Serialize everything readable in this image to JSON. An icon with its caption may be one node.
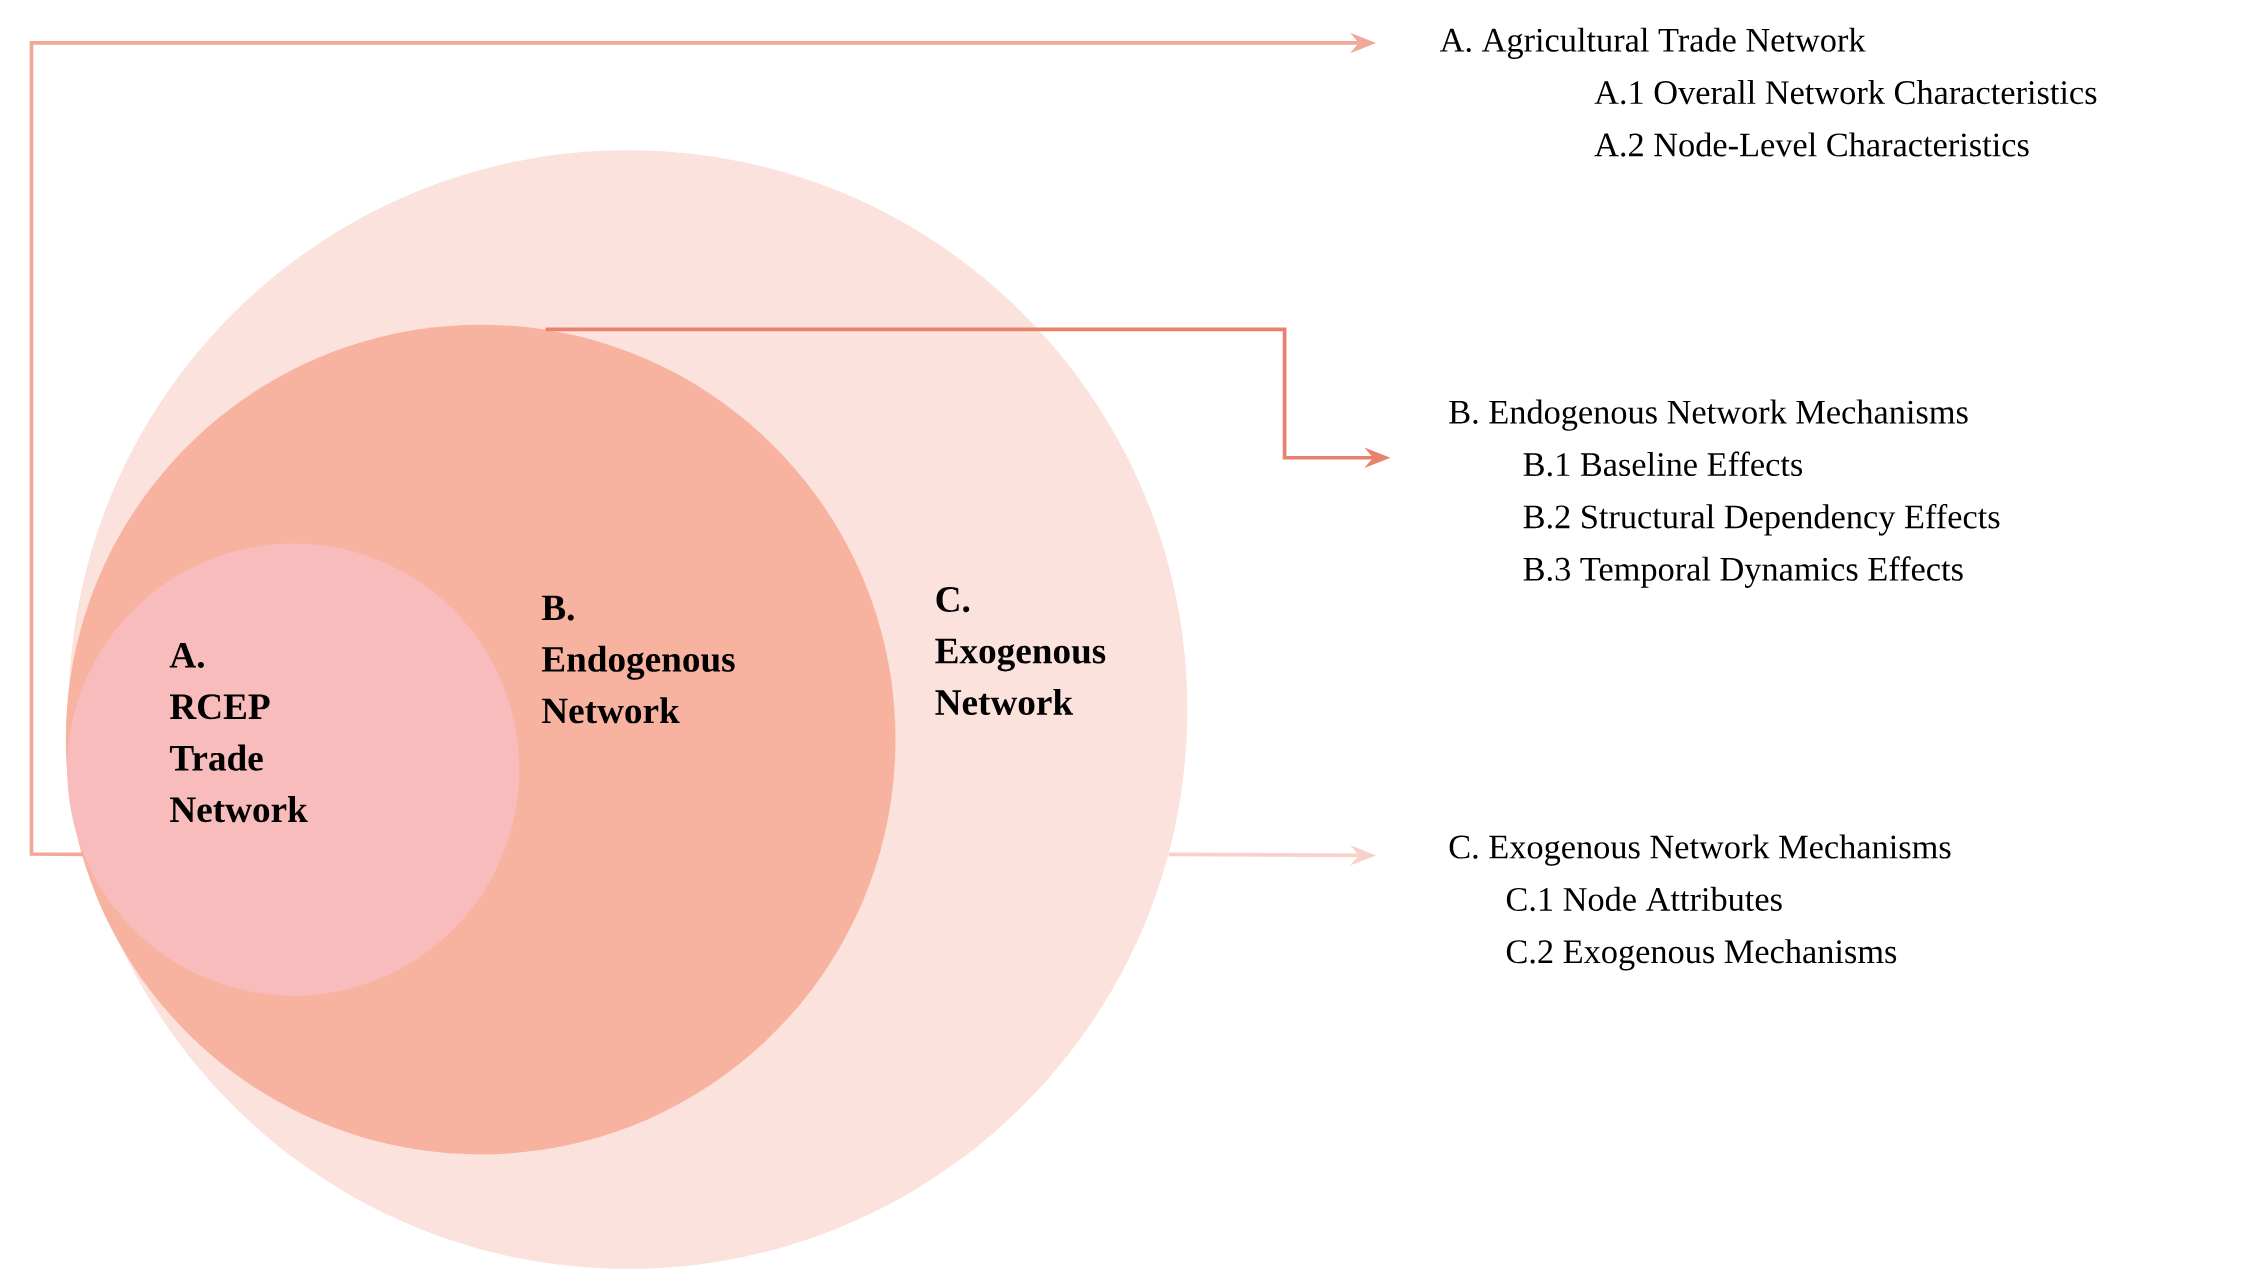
{
  "diagram": {
    "nodes": [
      {
        "text": [
          "C. Exogenous Network"
        ]
      },
      {
        "text": [
          "B. Endogenous Network"
        ],
        "in": 0
      },
      {
        "text": [
          "A. RCEP Trade Network"
        ],
        "in": 1
      },
      {
        "text": [
          "A. Agricultural Trade Network",
          "A.1 Overall Network Characteristics",
          "A.2 Node-Level Characteristics"
        ]
      },
      {
        "text": [
          "B. Endogenous Network Mechanisms",
          "B.1 Baseline Effects",
          "B.2 Structural Dependency Effects",
          "B.3 Temporal Dynamics Effects"
        ]
      },
      {
        "text": [
          "C. Exogenous Network Mechanisms",
          "C.1 Node Attributes",
          "C.2 Exogenous Mechanisms"
        ]
      }
    ],
    "edges": [
      {
        "from": 2,
        "to": 3,
        "arrow": "to",
        "color": "#f0a898"
      },
      {
        "from": 1,
        "to": 4,
        "arrow": "to",
        "color": "#e8826c"
      },
      {
        "from": 0,
        "to": 5,
        "arrow": "to",
        "color": "#f8d2c8"
      }
    ]
  }
}
